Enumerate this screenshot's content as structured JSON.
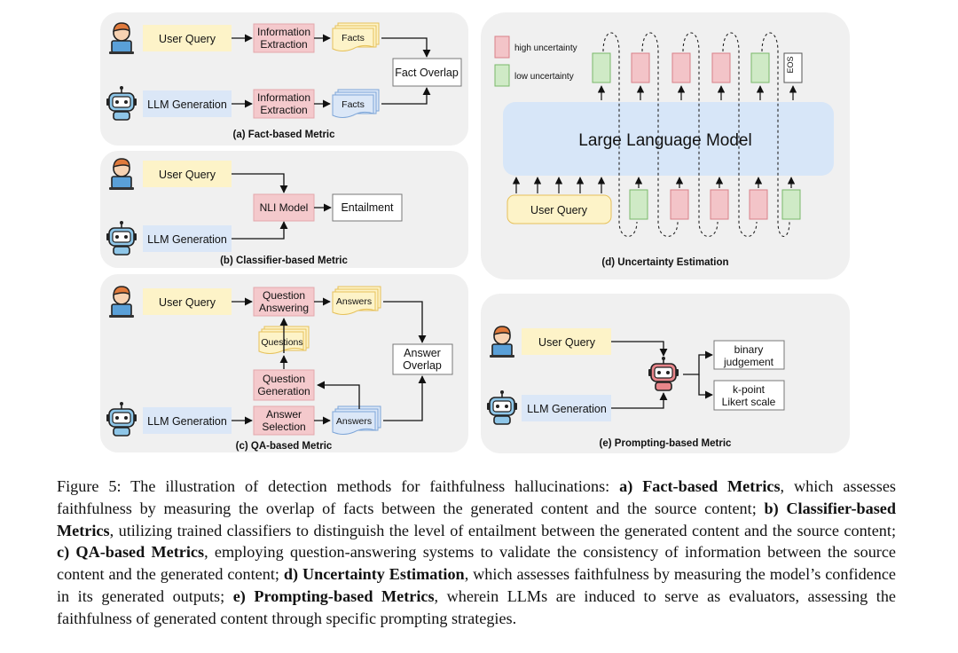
{
  "colors": {
    "panel": "#f0f0f0",
    "query_fill": "#fdf3c8",
    "llm_fill": "#dbe7f7",
    "extraction_fill": "#f4c9cc",
    "facts_fill": "#fdf3c8",
    "facts_blue_fill": "#dbe7f7",
    "model_fill": "#d7e6f8",
    "high_uncertainty": "#f3c4c8",
    "low_uncertainty": "#cfeac6"
  },
  "panel_a": {
    "caption": "(a) Fact-based Metric",
    "user_query": "User Query",
    "llm_generation": "LLM Generation",
    "extraction_top": [
      "Information",
      "Extraction"
    ],
    "extraction_bottom": [
      "Information",
      "Extraction"
    ],
    "facts_top": "Facts",
    "facts_bottom": "Facts",
    "fact_overlap": "Fact Overlap",
    "user_icon": "user-laptop-icon",
    "robot_icon": "robot-icon"
  },
  "panel_b": {
    "caption": "(b) Classifier-based Metric",
    "user_query": "User Query",
    "llm_generation": "LLM Generation",
    "nli_model": "NLI Model",
    "entailment": "Entailment"
  },
  "panel_c": {
    "caption": "(c) QA-based Metric",
    "user_query": "User Query",
    "llm_generation": "LLM Generation",
    "question_answering": [
      "Question",
      "Answering"
    ],
    "answers_top": "Answers",
    "questions": "Questions",
    "question_generation": [
      "Question",
      "Generation"
    ],
    "answer_selection": [
      "Answer",
      "Selection"
    ],
    "answers_bottom": "Answers",
    "answer_overlap": [
      "Answer",
      "Overlap"
    ]
  },
  "panel_d": {
    "caption": "(d) Uncertainty Estimation",
    "legend_high": "high uncertainty",
    "legend_low": "low uncertainty",
    "model_label": "Large Language Model",
    "user_query": "User Query",
    "eos": "EOS",
    "output_tokens": [
      "low",
      "high",
      "high",
      "high",
      "low",
      "eos"
    ],
    "input_tokens": [
      "low",
      "high",
      "high",
      "high",
      "low"
    ]
  },
  "panel_e": {
    "caption": "(e) Prompting-based Metric",
    "user_query": "User Query",
    "llm_generation": "LLM Generation",
    "binary": [
      "binary",
      "judgement"
    ],
    "likert": [
      "k-point",
      "Likert scale"
    ]
  },
  "caption": {
    "figure_label": "Figure 5:",
    "intro": " The illustration of detection methods for faithfulness hallucinations: ",
    "a_label": "a) Fact-based Metrics",
    "a_text": ", which assesses faithfulness by measuring the overlap of facts between the generated content and the source content; ",
    "b_label": "b) Classifier-based Metrics",
    "b_text": ", utilizing trained classifiers to distinguish the level of entailment between the generated content and the source content; ",
    "c_label": "c) QA-based Metrics",
    "c_text": ", employing question-answering systems to validate the consistency of information between the source content and the generated content; ",
    "d_label": "d) Uncertainty Estimation",
    "d_text": ", which assesses faithfulness by measuring the model’s confidence in its generated outputs; ",
    "e_label": "e) Prompting-based Metrics",
    "e_text": ", wherein LLMs are induced to serve as evaluators, assessing the faithfulness of generated content through specific prompting strategies."
  }
}
